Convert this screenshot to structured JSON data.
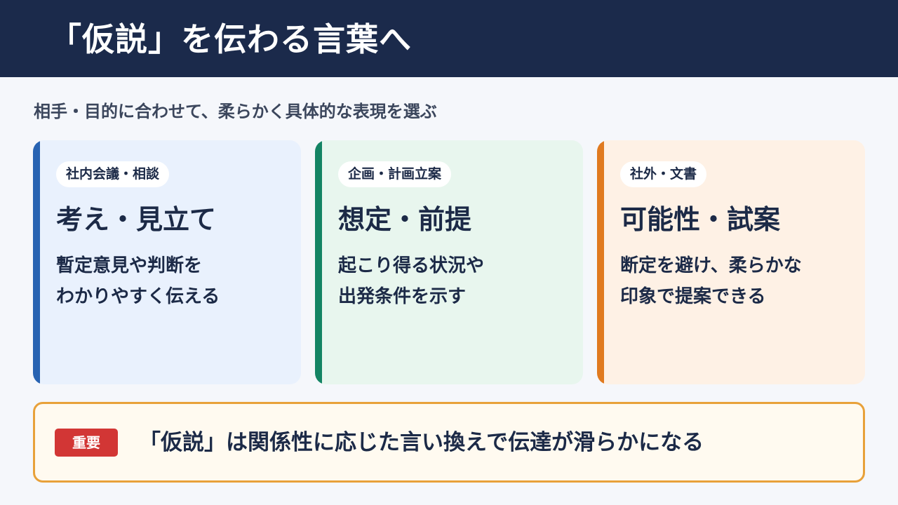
{
  "header": {
    "title": "「仮説」を伝わる言葉へ"
  },
  "subtitle": "相手・目的に合わせて、柔らかく具体的な表現を選ぶ",
  "cards": [
    {
      "tag": "社内会議・相談",
      "title": "考え・見立て",
      "desc": [
        "暫定意見や判断を",
        "わかりやすく伝える"
      ],
      "accent_color": "#2863b2"
    },
    {
      "tag": "企画・計画立案",
      "title": "想定・前提",
      "desc": [
        "起こり得る状況や",
        "出発条件を示す"
      ],
      "accent_color": "#148464"
    },
    {
      "tag": "社外・文書",
      "title": "可能性・試案",
      "desc": [
        "断定を避け、柔らかな",
        "印象で提案できる"
      ],
      "accent_color": "#e07a1f"
    }
  ],
  "important": {
    "badge": "重要",
    "text": "「仮説」は関係性に応じた言い換えで伝達が滑らかになる",
    "border_color": "#e8a13a",
    "badge_color": "#d23635"
  }
}
